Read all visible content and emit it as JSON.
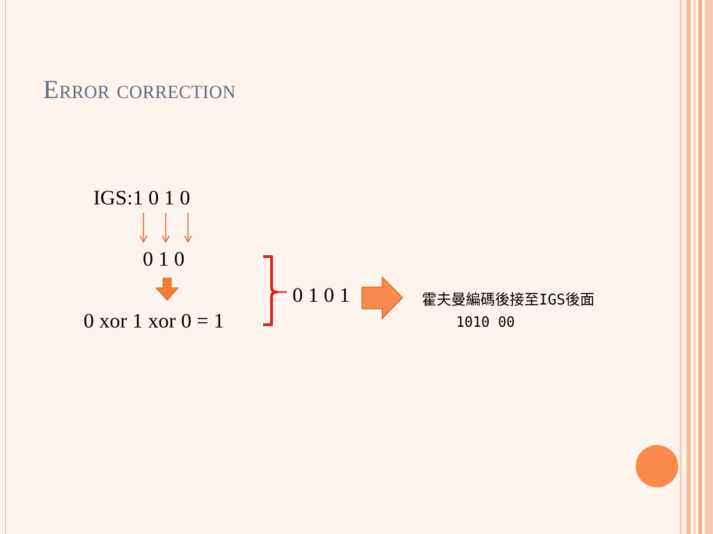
{
  "slide": {
    "title": "Error correction",
    "igs_label": "IGS:1 0 1 0",
    "selected_bits": "0 1 0",
    "xor_expression": "0 xor 1 xor 0 = 1",
    "combined_bits": "0 1 0 1",
    "note_line1": "霍夫曼編碼後接至IGS後面",
    "note_line2": "1010  00"
  },
  "colors": {
    "background": "#fdf4ee",
    "title": "#5d6b7e",
    "accent_orange": "#fa8a4c",
    "thin_arrow": "#e0733b",
    "bracket_red": "#e02020",
    "stripe_light": "#f8c8b0",
    "stripe_dark": "#f4a888"
  },
  "icons": [
    "down-arrow-icon",
    "block-down-arrow-icon",
    "right-block-arrow-icon",
    "right-bracket-icon",
    "orange-circle"
  ]
}
